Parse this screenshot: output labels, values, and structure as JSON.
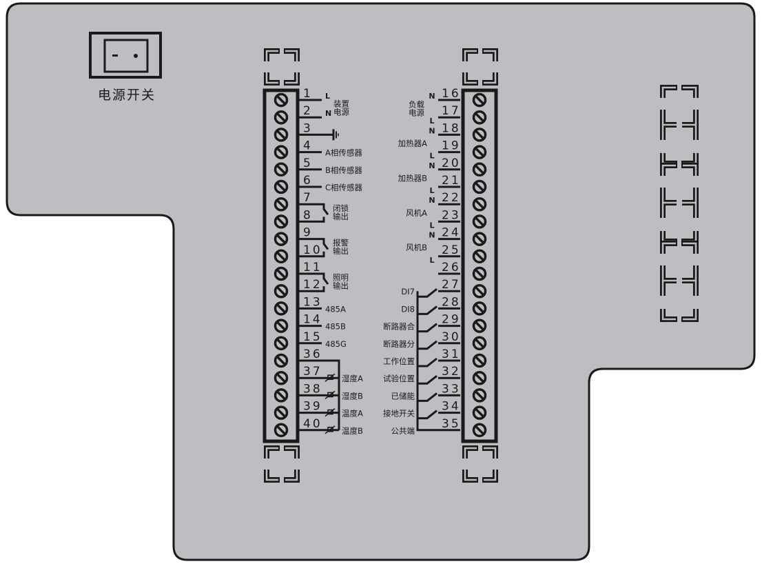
{
  "power_switch": {
    "label": "电源开关"
  },
  "left_block": {
    "terminals": [
      {
        "num": "1",
        "tag": "L"
      },
      {
        "num": "2",
        "tag": "N"
      },
      {
        "num": "3",
        "tag": ""
      },
      {
        "num": "4",
        "tag": "A相传感器"
      },
      {
        "num": "5",
        "tag": "B相传感器"
      },
      {
        "num": "6",
        "tag": "C相传感器"
      },
      {
        "num": "7",
        "tag": ""
      },
      {
        "num": "8",
        "tag": ""
      },
      {
        "num": "9",
        "tag": ""
      },
      {
        "num": "10",
        "tag": ""
      },
      {
        "num": "11",
        "tag": ""
      },
      {
        "num": "12",
        "tag": ""
      },
      {
        "num": "13",
        "tag": "485A"
      },
      {
        "num": "14",
        "tag": "485B"
      },
      {
        "num": "15",
        "tag": "485G"
      },
      {
        "num": "36",
        "tag": ""
      },
      {
        "num": "37",
        "tag": "湿度A"
      },
      {
        "num": "38",
        "tag": "湿度B"
      },
      {
        "num": "39",
        "tag": "温度A"
      },
      {
        "num": "40",
        "tag": "温度B"
      }
    ],
    "groups": [
      {
        "lines": [
          "装置",
          "电源"
        ]
      },
      {
        "lines": [
          "闭锁",
          "输出"
        ]
      },
      {
        "lines": [
          "报警",
          "输出"
        ]
      },
      {
        "lines": [
          "照明",
          "输出"
        ]
      }
    ]
  },
  "right_block": {
    "terminals": [
      {
        "num": "16",
        "tag": "N"
      },
      {
        "num": "17",
        "tag": "L"
      },
      {
        "num": "18",
        "tag": "N"
      },
      {
        "num": "19",
        "tag": "L"
      },
      {
        "num": "20",
        "tag": "N"
      },
      {
        "num": "21",
        "tag": "L"
      },
      {
        "num": "22",
        "tag": "N"
      },
      {
        "num": "23",
        "tag": "L"
      },
      {
        "num": "24",
        "tag": "N"
      },
      {
        "num": "25",
        "tag": "L"
      },
      {
        "num": "26",
        "tag": ""
      },
      {
        "num": "27",
        "tag": "DI7"
      },
      {
        "num": "28",
        "tag": "DI8"
      },
      {
        "num": "29",
        "tag": "断路器合"
      },
      {
        "num": "30",
        "tag": "断路器分"
      },
      {
        "num": "31",
        "tag": "工作位置"
      },
      {
        "num": "32",
        "tag": "试验位置"
      },
      {
        "num": "33",
        "tag": "已储能"
      },
      {
        "num": "34",
        "tag": "接地开关"
      },
      {
        "num": "35",
        "tag": "公共端"
      }
    ],
    "groups": [
      {
        "lines": [
          "负载",
          "电源"
        ]
      },
      {
        "lines": [
          "加热器A"
        ]
      },
      {
        "lines": [
          "加热器B"
        ]
      },
      {
        "lines": [
          "风机A"
        ]
      },
      {
        "lines": [
          "风机B"
        ]
      }
    ]
  },
  "colors": {
    "panel": "#bdbec2",
    "ink": "#1a1a1a"
  }
}
